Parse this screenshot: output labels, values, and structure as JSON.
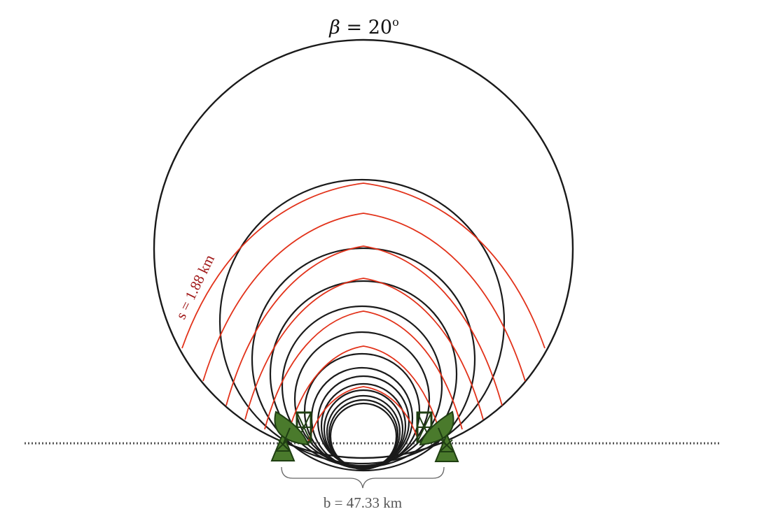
{
  "title": {
    "symbol": "β",
    "rest": " = 20",
    "degree": "o"
  },
  "arc_label": "s = 1.88 km",
  "baseline_label": "b = 47.33 km",
  "colors": {
    "circle": "#1a1a1a",
    "arc": "#e2321a",
    "arc_label": "#a01818",
    "ground": "#555555",
    "antenna": "#4a7a2c",
    "brace": "#666666",
    "baseline_label": "#555555"
  }
}
